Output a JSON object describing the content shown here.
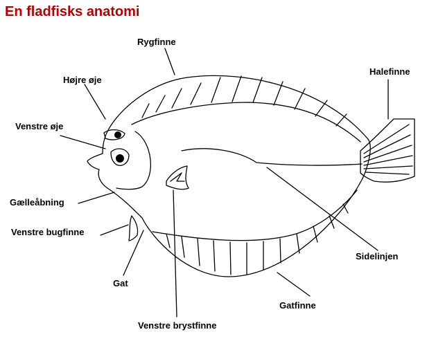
{
  "title": "En fladfisks anatomi",
  "labels": {
    "rygfinne": "Rygfinne",
    "hojre_oje": "Højre øje",
    "venstre_oje": "Venstre øje",
    "halefinne": "Halefinne",
    "gaelleabning": "Gælleåbning",
    "venstre_bugfinne": "Venstre bugfinne",
    "gat": "Gat",
    "sidelinjen": "Sidelinjen",
    "gatfinne": "Gatfinne",
    "venstre_brystfinne": "Venstre brystfinne"
  }
}
